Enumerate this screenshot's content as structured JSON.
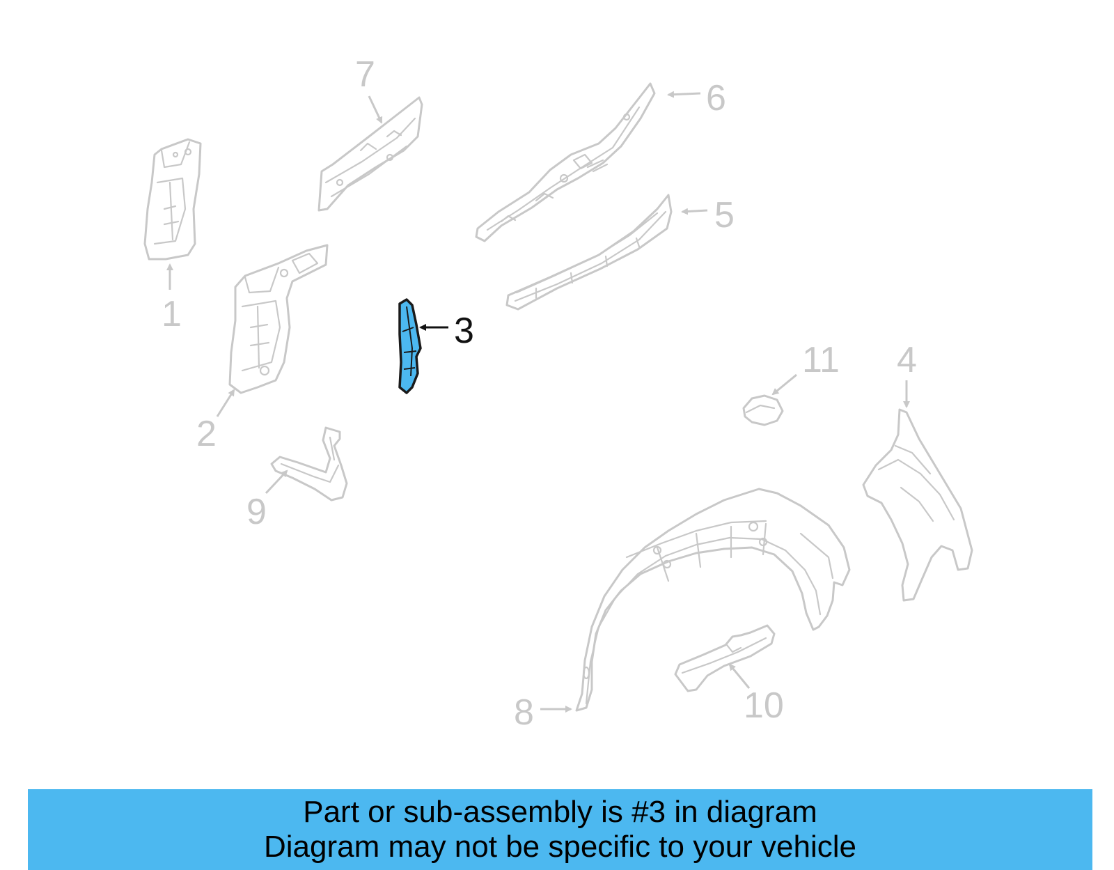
{
  "diagram": {
    "highlight_color": "#4cb8f0",
    "selected_part": "3",
    "callouts": [
      "1",
      "2",
      "3",
      "4",
      "5",
      "6",
      "7",
      "8",
      "9",
      "10",
      "11"
    ]
  },
  "banner": {
    "line1": "Part or sub-assembly is #3 in diagram",
    "line2": "Diagram may not be specific to your vehicle",
    "background": "#4cb8f0"
  }
}
